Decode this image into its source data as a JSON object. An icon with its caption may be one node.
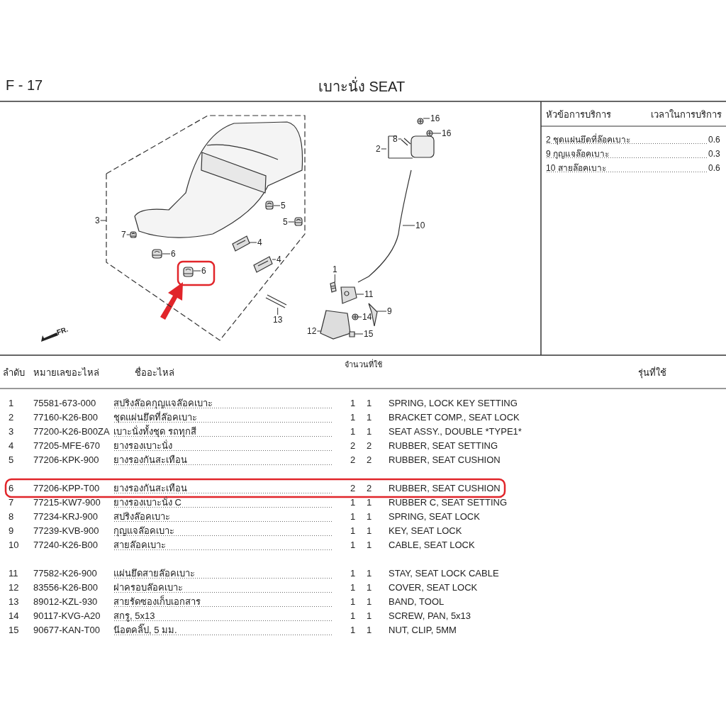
{
  "diagram": {
    "title": "เบาะนั่ง  SEAT",
    "nodes": [
      {
        "text": [],
        "shape": "box"
      },
      {
        "text": [
          "3"
        ]
      },
      {
        "text": [
          "7"
        ],
        "in": 0
      },
      {
        "text": [
          "6"
        ],
        "in": 0
      },
      {
        "text": [
          "6"
        ],
        "in": 0
      },
      {
        "text": [
          "5"
        ],
        "in": 0
      },
      {
        "text": [
          "5"
        ],
        "in": 0
      },
      {
        "text": [
          "4"
        ],
        "in": 0
      },
      {
        "text": [
          "4"
        ],
        "in": 0
      },
      {
        "text": [
          "13"
        ]
      },
      {
        "text": [
          "16"
        ]
      },
      {
        "text": [
          "16"
        ]
      },
      {
        "text": [
          "8"
        ]
      },
      {
        "text": [
          "2"
        ]
      },
      {
        "text": [
          "10"
        ]
      },
      {
        "text": [
          "1"
        ]
      },
      {
        "text": [
          "11"
        ]
      },
      {
        "text": [
          "14"
        ]
      },
      {
        "text": [
          "9"
        ]
      },
      {
        "text": [
          "12"
        ]
      },
      {
        "text": [
          "15"
        ]
      },
      {
        "text": [],
        "shape": "picture",
        "in": 0
      },
      {
        "text": [],
        "shape": "picture",
        "in": 0
      },
      {
        "text": [],
        "shape": "picture",
        "in": 0
      },
      {
        "text": [],
        "shape": "picture",
        "in": 0
      },
      {
        "text": [],
        "shape": "picture",
        "in": 0
      },
      {
        "text": [],
        "shape": "picture",
        "in": 0
      },
      {
        "text": [],
        "shape": "picture",
        "in": 0
      },
      {
        "text": [],
        "shape": "picture"
      },
      {
        "text": [],
        "shape": "picture"
      },
      {
        "text": [],
        "shape": "picture"
      },
      {
        "text": [],
        "shape": "picture"
      },
      {
        "text": [],
        "shape": "picture"
      },
      {
        "text": [],
        "shape": "picture"
      },
      {
        "text": [],
        "shape": "picture"
      },
      {
        "text": [],
        "shape": "picture"
      },
      {
        "text": [],
        "shape": "picture"
      },
      {
        "text": [],
        "shape": "picture"
      }
    ],
    "edges": [
      {
        "from": 1,
        "to": 0,
        "arrow": "none"
      },
      {
        "from": 2,
        "to": 21,
        "arrow": "none"
      },
      {
        "from": 3,
        "to": 22,
        "arrow": "none"
      },
      {
        "from": 4,
        "to": 23,
        "arrow": "none"
      },
      {
        "from": 5,
        "to": 24,
        "arrow": "none"
      },
      {
        "from": 6,
        "to": 25,
        "arrow": "none"
      },
      {
        "from": 7,
        "to": 26,
        "arrow": "none"
      },
      {
        "from": 8,
        "to": 27,
        "arrow": "none"
      },
      {
        "from": 9,
        "to": 28,
        "arrow": "none"
      },
      {
        "from": 10,
        "to": 29,
        "arrow": "none"
      },
      {
        "from": 11,
        "to": 30,
        "arrow": "none"
      },
      {
        "from": 12,
        "to": 31,
        "arrow": "none"
      },
      {
        "from": 13,
        "to": null,
        "arrow": "none"
      },
      {
        "from": 14,
        "to": null,
        "arrow": "none"
      },
      {
        "from": 15,
        "to": 32,
        "arrow": "none"
      },
      {
        "from": 16,
        "to": 33,
        "arrow": "none"
      },
      {
        "from": 17,
        "to": 34,
        "arrow": "none"
      },
      {
        "from": 18,
        "to": 35,
        "arrow": "none"
      },
      {
        "from": 19,
        "to": 36,
        "arrow": "none"
      },
      {
        "from": 20,
        "to": 37,
        "arrow": "none"
      }
    ],
    "labels": [
      "F - 17",
      "FR.",
      "หัวข้อการบริการ",
      "เวลาในการบริการ",
      "2 ชุดแผ่นยึดที่ล๊อคเบาะ",
      "0.6",
      "9 กุญแจล๊อคเบาะ",
      "0.3",
      "10 สายล๊อคเบาะ",
      "0.6",
      "ลำดับ",
      "หมายเลขอะไหล่",
      "ชื่ออะไหล่",
      "จำนวนที่ใช้",
      "รุ่นที่ใช้",
      "1",
      "75581-673-000",
      "สปริงล๊อคกุญแจล๊อคเบาะ",
      "1",
      "1",
      "SPRING, LOCK KEY SETTING",
      "2",
      "77160-K26-B00",
      "ชุดแผ่นยึดที่ล๊อคเบาะ",
      "1",
      "1",
      "BRACKET COMP., SEAT LOCK",
      "3",
      "77200-K26-B00ZA",
      "เบาะนั่งทั้งชุด รถทุกสี",
      "1",
      "1",
      "SEAT ASSY., DOUBLE *TYPE1*",
      "4",
      "77205-MFE-670",
      "ยางรองเบาะนั่ง",
      "2",
      "2",
      "RUBBER, SEAT SETTING",
      "5",
      "77206-KPK-900",
      "ยางรองกันสะเทือน",
      "2",
      "2",
      "RUBBER, SEAT CUSHION",
      "6",
      "77206-KPP-T00",
      "ยางรองกันสะเทือน",
      "2",
      "2",
      "RUBBER, SEAT CUSHION",
      "7",
      "77215-KW7-900",
      "ยางรองเบาะนั่ง C",
      "1",
      "1",
      "RUBBER C, SEAT SETTING",
      "8",
      "77234-KRJ-900",
      "สปริงล๊อคเบาะ",
      "1",
      "1",
      "SPRING, SEAT LOCK",
      "9",
      "77239-KVB-900",
      "กุญแจล๊อคเบาะ",
      "1",
      "1",
      "KEY, SEAT LOCK",
      "10",
      "77240-K26-B00",
      "สายล๊อคเบาะ",
      "1",
      "1",
      "CABLE, SEAT LOCK",
      "11",
      "77582-K26-900",
      "แผ่นยึดสายล๊อคเบาะ",
      "1",
      "1",
      "STAY, SEAT LOCK CABLE",
      "12",
      "83556-K26-B00",
      "ฝาครอบล๊อคเบาะ",
      "1",
      "1",
      "COVER, SEAT LOCK",
      "13",
      "89012-KZL-930",
      "สายรัดซองเก็บเอกสาร",
      "1",
      "1",
      "BAND, TOOL",
      "14",
      "90117-KVG-A20",
      "สกรู, 5x13",
      "1",
      "1",
      "SCREW, PAN, 5x13",
      "15",
      "90677-KAN-T00",
      "น๊อตคลิ๊ป, 5 มม.",
      "1",
      "1",
      "NUT, CLIP, 5MM"
    ]
  }
}
